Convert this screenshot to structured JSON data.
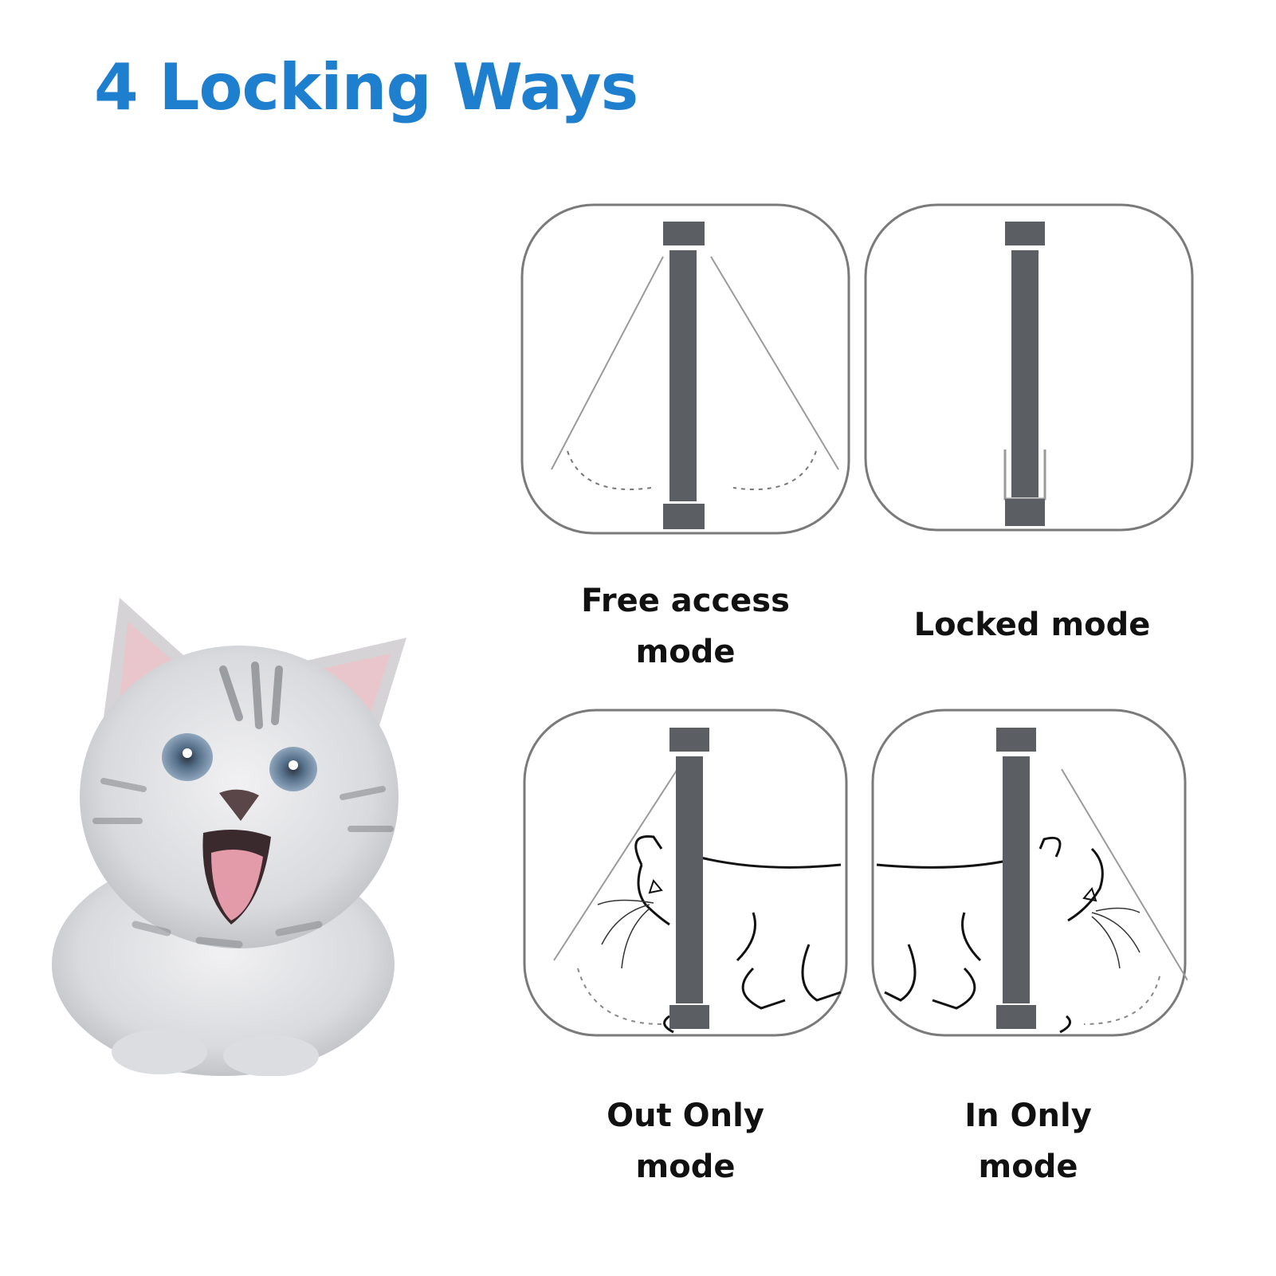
{
  "title": "4 Locking Ways",
  "colors": {
    "title": "#1f7fcf",
    "flap": "#5b5e63",
    "frame_border": "#7a7a7a",
    "label": "#111111"
  },
  "illustration": {
    "subject": "kitten-photo",
    "description": "Gray tabby kitten with open mouth"
  },
  "modes": [
    {
      "id": "free-access",
      "label_line1": "Free access",
      "label_line2": "mode",
      "icon": "flap-swings-both-ways"
    },
    {
      "id": "locked",
      "label_line1": "Locked mode",
      "label_line2": "",
      "icon": "flap-locked"
    },
    {
      "id": "out-only",
      "label_line1": "Out Only",
      "label_line2": "mode",
      "icon": "flap-swings-out-with-cat"
    },
    {
      "id": "in-only",
      "label_line1": "In Only",
      "label_line2": "mode",
      "icon": "flap-swings-in-with-cat"
    }
  ]
}
